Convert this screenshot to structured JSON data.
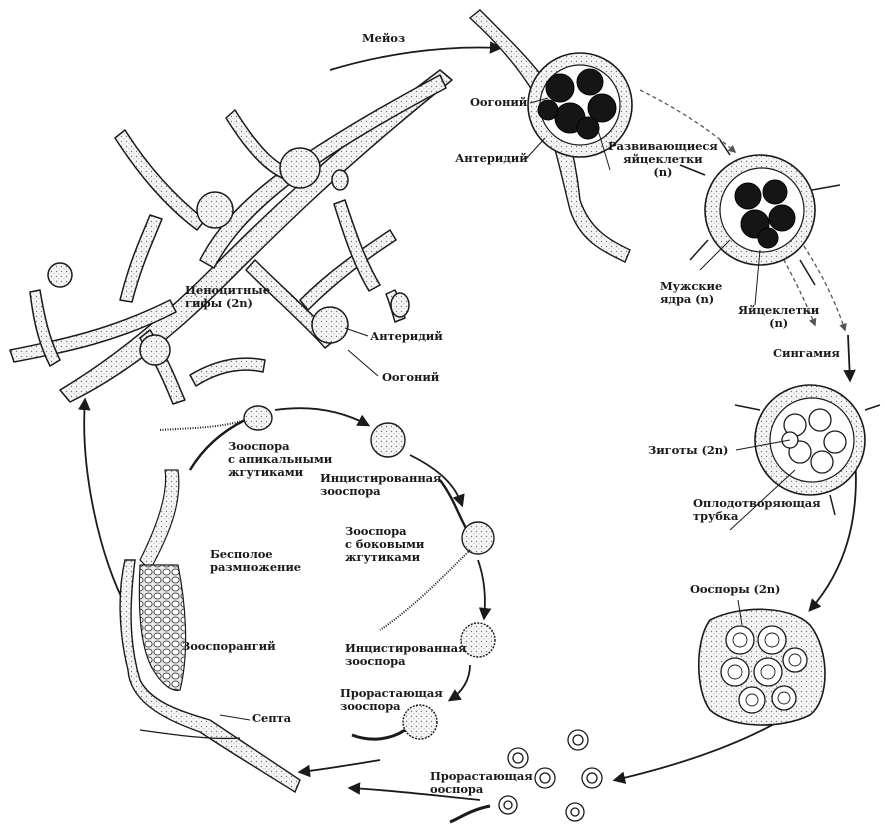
{
  "labels": {
    "meiosis": "Мейоз",
    "oogonium_top": "Оогоний",
    "antheridium_top": "Антеридий",
    "developing_eggs": "Развивающиеся\nяйцеклетки\n(n)",
    "male_nuclei": "Мужские\nядра (n)",
    "egg_cells": "Яйцеклетки\n(n)",
    "syngamy": "Сингамия",
    "zygotes": "Зиготы (2n)",
    "fert_tube": "Оплодотворяющая\nтрубка",
    "oospores": "Ооспоры (2n)",
    "germ_oospore": "Прорастающая\nооспора",
    "coenocytic": "Ценоцитные\nгифы (2n)",
    "antheridium_left": "Антеридий",
    "oogonium_left": "Оогоний",
    "zoo_apical": "Зооспора\nс апикальными\nжгутиками",
    "encysted_1": "Инцистированная\nзооспора",
    "zoo_lateral": "Зооспора\nс боковыми\nжгутиками",
    "asexual": "Бесполое\nразмножение",
    "sporangium": "Зооспорангий",
    "encysted_2": "Инцистированная\nзооспора",
    "germ_zoospore": "Прорастающая\nзооспора",
    "septum": "Септа"
  },
  "colors": {
    "ink": "#1a1a1a",
    "hypha_fill": "#f4f4f4",
    "dark_egg": "#151515",
    "background": "#ffffff"
  }
}
